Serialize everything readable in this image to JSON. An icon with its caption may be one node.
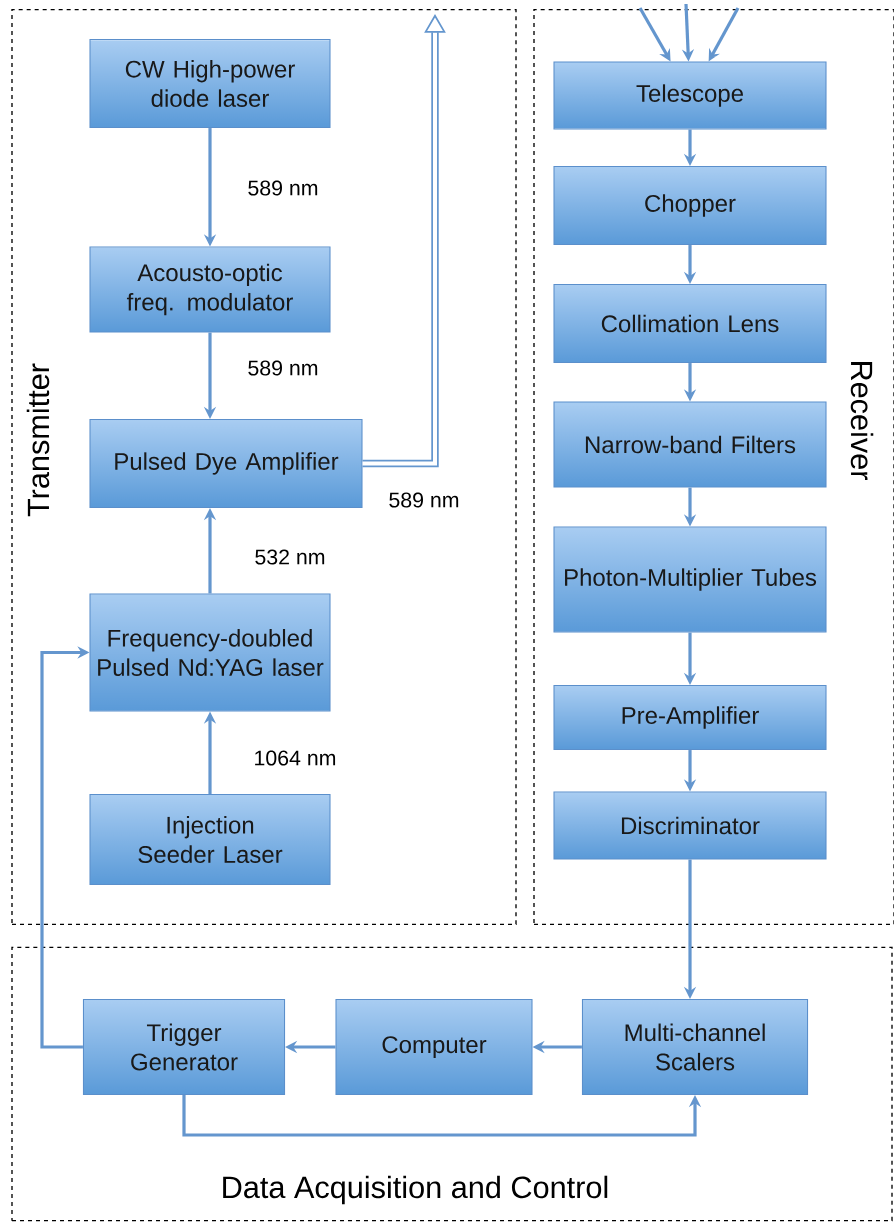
{
  "diagram": {
    "nodes": [
      {
        "text": [
          "Transmitter"
        ]
      },
      {
        "text": [
          "Receiver"
        ]
      },
      {
        "text": [
          "Data Acquisition and Control"
        ]
      },
      {
        "text": [
          "CW High-power diode laser"
        ],
        "in": 0
      },
      {
        "text": [
          "Acousto-optic freq. modulator"
        ],
        "in": 0
      },
      {
        "text": [
          "Pulsed Dye Amplifier"
        ],
        "in": 0
      },
      {
        "text": [
          "Frequency-doubled Pulsed Nd:YAG laser"
        ],
        "in": 0
      },
      {
        "text": [
          "Injection Seeder Laser"
        ],
        "in": 0
      },
      {
        "text": [
          "Telescope"
        ],
        "in": 1
      },
      {
        "text": [
          "Chopper"
        ],
        "in": 1
      },
      {
        "text": [
          "Collimation Lens"
        ],
        "in": 1
      },
      {
        "text": [
          "Narrow-band Filters"
        ],
        "in": 1
      },
      {
        "text": [
          "Photon-Multiplier Tubes"
        ],
        "in": 1
      },
      {
        "text": [
          "Pre-Amplifier"
        ],
        "in": 1
      },
      {
        "text": [
          "Discriminator"
        ],
        "in": 1
      },
      {
        "text": [
          "Trigger Generator"
        ],
        "in": 2
      },
      {
        "text": [
          "Computer"
        ],
        "in": 2
      },
      {
        "text": [
          "Multi-channel Scalers"
        ],
        "in": 2
      }
    ],
    "edges": [
      {
        "from": 3,
        "to": 4,
        "arrow": "to",
        "label": "589 nm"
      },
      {
        "from": 4,
        "to": 5,
        "arrow": "to",
        "label": "589 nm"
      },
      {
        "from": 6,
        "to": 5,
        "arrow": "to",
        "label": "532 nm"
      },
      {
        "from": 7,
        "to": 6,
        "arrow": "to",
        "label": "1064 nm"
      },
      {
        "from": 5,
        "to": null,
        "arrow": "to",
        "label": "589 nm",
        "style": "thick"
      },
      {
        "from": null,
        "to": 8,
        "arrow": "to"
      },
      {
        "from": null,
        "to": 8,
        "arrow": "to"
      },
      {
        "from": null,
        "to": 8,
        "arrow": "to"
      },
      {
        "from": 8,
        "to": 9,
        "arrow": "to"
      },
      {
        "from": 9,
        "to": 10,
        "arrow": "to"
      },
      {
        "from": 10,
        "to": 11,
        "arrow": "to"
      },
      {
        "from": 11,
        "to": 12,
        "arrow": "to"
      },
      {
        "from": 12,
        "to": 13,
        "arrow": "to"
      },
      {
        "from": 13,
        "to": 14,
        "arrow": "to"
      },
      {
        "from": 14,
        "to": 17,
        "arrow": "to"
      },
      {
        "from": 17,
        "to": 16,
        "arrow": "to"
      },
      {
        "from": 16,
        "to": 15,
        "arrow": "to"
      },
      {
        "from": 15,
        "to": 6,
        "arrow": "to"
      },
      {
        "from": 15,
        "to": 17,
        "arrow": "to"
      }
    ]
  }
}
